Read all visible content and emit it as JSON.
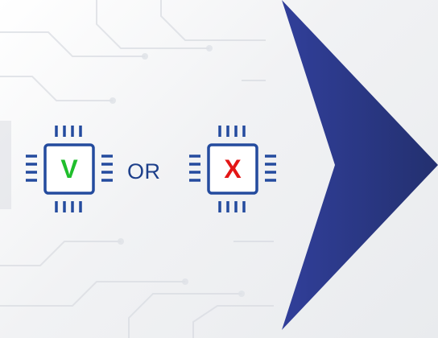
{
  "chips": [
    {
      "letter": "V",
      "letter_color": "#1fbe2c",
      "icon": "cpu-chip-icon"
    },
    {
      "letter": "X",
      "letter_color": "#e31616",
      "icon": "cpu-chip-icon"
    }
  ],
  "connector_text": "OR",
  "arrow": {
    "icon": "chevron-right-icon",
    "color": "#2b3b8f"
  },
  "colors": {
    "chip_outline": "#244b9e",
    "connector": "#1d3f8a",
    "background": "#f2f3f5"
  }
}
